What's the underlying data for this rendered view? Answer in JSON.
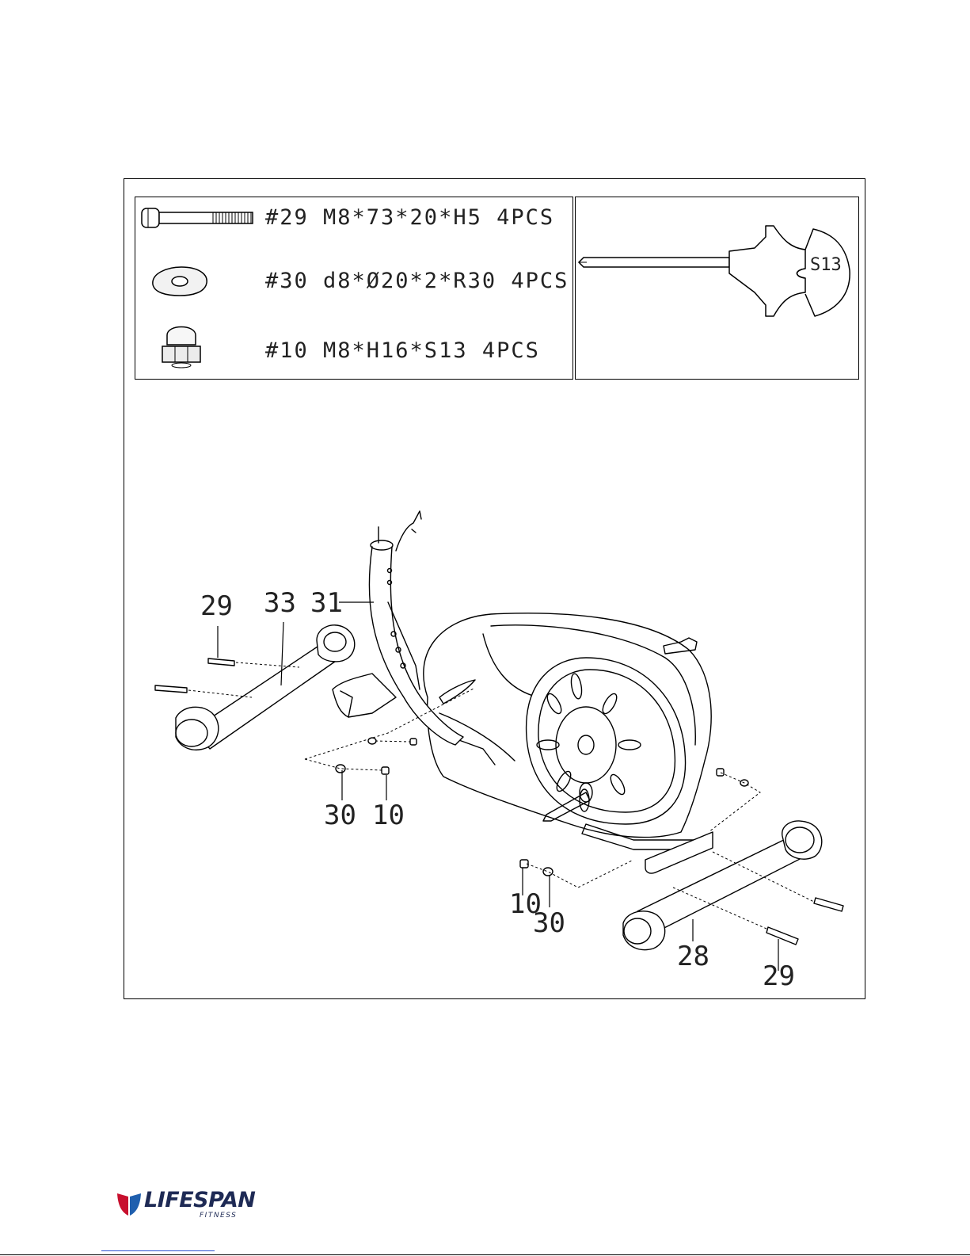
{
  "hardware": [
    {
      "label": "#29 M8*73*20*H5 4PCS",
      "icon": "bolt-icon"
    },
    {
      "label": "#30 d8*Ø20*2*R30 4PCS",
      "icon": "curved-washer-icon"
    },
    {
      "label": "#10 M8*H16*S13 4PCS",
      "icon": "cap-nut-icon"
    }
  ],
  "tool": {
    "label": "S13",
    "icon": "wrench-screwdriver-icon"
  },
  "callouts": {
    "c29a": "29",
    "c33": "33",
    "c31": "31",
    "c30a": "30",
    "c10a": "10",
    "c10b": "10",
    "c30b": "30",
    "c28": "28",
    "c29b": "29"
  },
  "brand": {
    "name": "LIFESPAN",
    "sub": "FITNESS",
    "colors": {
      "red": "#c8102e",
      "blue": "#1f5fae",
      "navy": "#1e2a55"
    }
  }
}
